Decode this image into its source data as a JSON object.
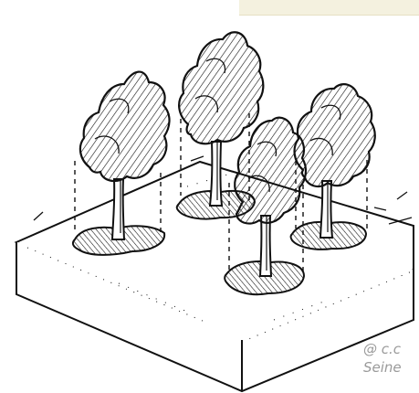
{
  "credit": {
    "line1": "@ c.c",
    "line2": "Seine"
  },
  "colors": {
    "ink": "#111111",
    "paper": "#ffffff",
    "top_strip": "#f4f1df",
    "credit_text": "#9a9a9a"
  },
  "icons": {
    "illustration": "tree-grid-sketch",
    "trees": [
      "tree-icon",
      "tree-icon",
      "tree-icon",
      "tree-icon"
    ]
  }
}
